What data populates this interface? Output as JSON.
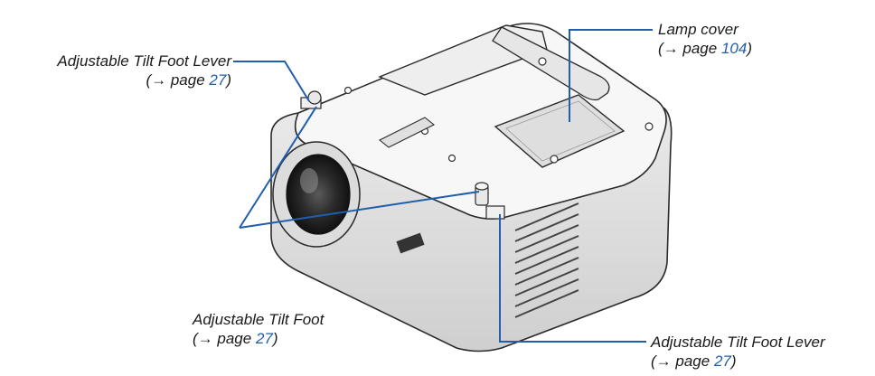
{
  "callouts": {
    "tilt_lever_left": {
      "title": "Adjustable Tilt Foot Lever",
      "ref_prefix": "(→ page ",
      "page": "27",
      "ref_suffix": ")"
    },
    "lamp_cover": {
      "title": "Lamp cover",
      "ref_prefix": "(→ page ",
      "page": "104",
      "ref_suffix": ")"
    },
    "tilt_foot": {
      "title": "Adjustable Tilt Foot",
      "ref_prefix": "(→ page ",
      "page": "27",
      "ref_suffix": ")"
    },
    "tilt_lever_right": {
      "title": "Adjustable Tilt Foot Lever",
      "ref_prefix": "(→ page ",
      "page": "27",
      "ref_suffix": ")"
    }
  },
  "colors": {
    "leader_line": "#1f5fae",
    "page_link": "#1f5fae",
    "body_fill": "#f4f4f4",
    "outline": "#2a2a2a"
  }
}
